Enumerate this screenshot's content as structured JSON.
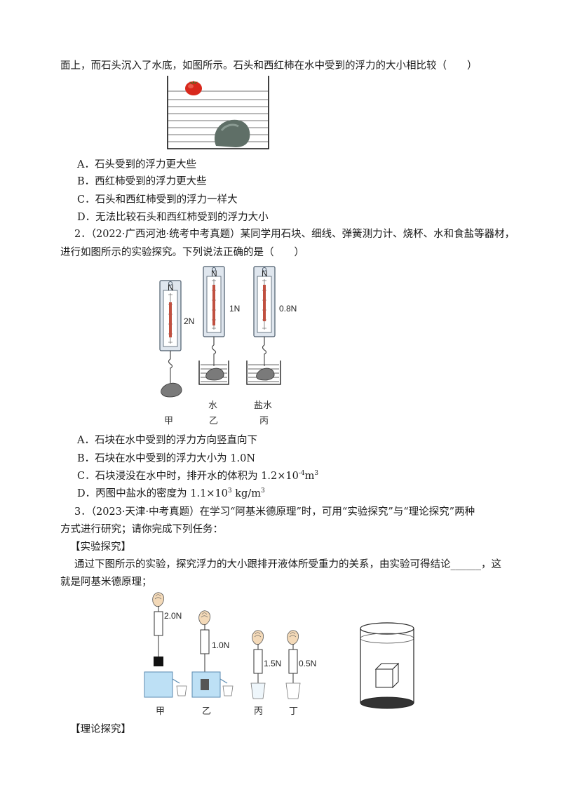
{
  "q1": {
    "stem_tail": "面上，而石头沉入了水底，如图所示。石头和西红柿在水中受到的浮力的大小相比较（　　）",
    "options": {
      "A": "A．石头受到的浮力更大些",
      "B": "B．西红柿受到的浮力更大些",
      "C": "C．石头和西红柿受到的浮力一样大",
      "D": "D．无法比较石头和西红柿受到的浮力大小"
    }
  },
  "q2": {
    "stem_line1": "2．（2022·广西河池·统考中考真题）某同学用石块、细线、弹簧测力计、烧杯、水和食盐等器材，",
    "stem_line2": "进行如图所示的实验探究。下列说法正确的是（　　）",
    "figure": {
      "scale_unit": "N",
      "readings": [
        "2N",
        "1N",
        "0.8N"
      ],
      "liquid_labels": [
        "水",
        "盐水"
      ],
      "captions": [
        "甲",
        "乙",
        "丙"
      ]
    },
    "options": {
      "A": "A．石块在水中受到的浮力方向竖直向下",
      "B": "B．石块在水中受到的浮力大小为 1.0N",
      "C_text": "C．石块浸没在水中时，排开水的体积为 1.2×10",
      "C_exp": "-4",
      "C_unit": "m",
      "C_unit_exp": "3",
      "D_text": "D．丙图中盐水的密度为 1.1×10",
      "D_exp": "3",
      "D_unit": " kg/m",
      "D_unit_exp": "3"
    }
  },
  "q3": {
    "stem_line1": "3．（2023·天津·中考真题）在学习“阿基米德原理”时，可用“实验探究”与“理论探究”两种",
    "stem_line2": "方式进行研究；请你完成下列任务：",
    "section1": "【实验探究】",
    "para1": "通过下图所示的实验，探究浮力的大小跟排开液体所受重力的关系，由实验可得结论______，这",
    "para2": "就是阿基米德原理；",
    "figure": {
      "readings": [
        "2.0N",
        "1.0N",
        "1.5N",
        "0.5N"
      ],
      "captions": [
        "甲",
        "乙",
        "丙",
        "丁"
      ]
    },
    "section2": "【理论探究】"
  }
}
